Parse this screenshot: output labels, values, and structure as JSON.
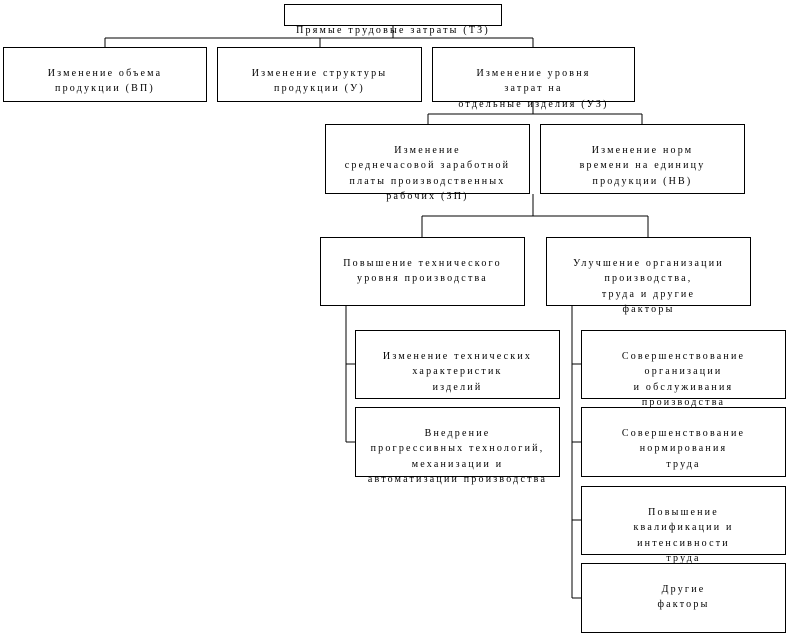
{
  "nodes": {
    "root": "Прямые трудовые затраты (ТЗ)",
    "volume": "Изменение объема\nпродукции (ВП)",
    "structure": "Изменение структуры\nпродукции (У)",
    "cost_level": "Изменение уровня\nзатрат на\nотдельные изделия (УЗ)",
    "wage": "Изменение\nсреднечасовой заработной\nплаты производственных\nрабочих (ЗП)",
    "norms": "Изменение норм\nвремени на единицу\nпродукции (НВ)",
    "tech_level": "Повышение технического\nуровня производства",
    "organization": "Улучшение организации\nпроизводства,\nтруда и другие\nфакторы",
    "tech_specs": "Изменение технических\nхарактеристик\nизделий",
    "progressive": "Внедрение\nпрогрессивных технологий,\nмеханизации и\nавтоматизации производства",
    "org_improve": "Совершенствование\nорганизации\nи обслуживания\nпроизводства",
    "norm_improve": "Совершенствование\nнормирования\nтруда",
    "qualification": "Повышение\nквалификации и\nинтенсивности\nтруда",
    "other": "Другие\nфакторы"
  }
}
